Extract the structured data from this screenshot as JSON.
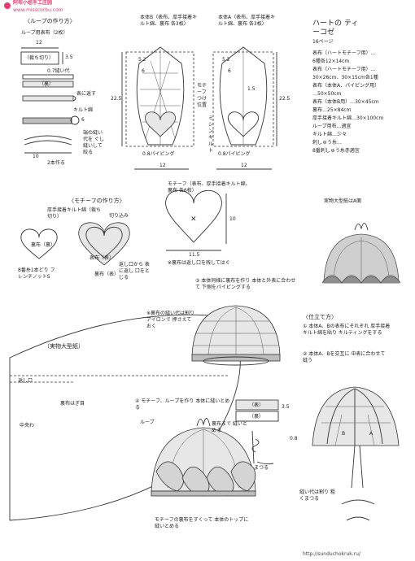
{
  "site": {
    "brand": "阿布小姐手工庄园",
    "url": "www.misscorbu.com",
    "watermark": "http://sunduchokruk.ru/"
  },
  "loop": {
    "title": "〈ループの作り方〉",
    "subtitle": "ループ用表布（2枚）",
    "dim_12": "12",
    "dim_35": "3.5",
    "cut_label": "（裁ち切り）",
    "seam": "0.7縫い代",
    "back_label": "（裏）",
    "turn": "表に返す",
    "quilt_cotton": "キルト綿",
    "dim_6": "6",
    "dim_10": "10",
    "make_two": "2本作る",
    "gather": "端の縫い代を ぐし縫いして 絞る"
  },
  "body_patterns": {
    "b_title": "本体B（表布、厚手接着キルト綿、裏布 各3枚）",
    "a_title": "本体A（表布、厚手接着キルト綿、裏布 各3枚）",
    "dim_52": "5.2",
    "dim_6": "6",
    "dim_225": "22.5",
    "dim_15": "1.5",
    "motif_pos": "モチーフつけ位置",
    "machine_quilt": "ミシンキルト",
    "piping": "0.8パイピング",
    "width": "12"
  },
  "motif": {
    "pieces": "モチーフ（表布、厚手接着キルト綿、裏布 各6枚）",
    "dim_10": "10",
    "dim_115": "11.5",
    "note": "※裏布は返し口を残してはぐ",
    "title": "〈モチーフの作り方〉",
    "cotton": "厚手接着キルト綿（裁ち切り）",
    "notch": "切り込み",
    "back": "裏布（裏）",
    "front": "表布（表）",
    "back_front": "裏布（表）",
    "return_hole": "返し口から 表に返し 口をとじる",
    "french_knot": "8番糸1本どり フレンチノットS",
    "front_tag": "表布（表）"
  },
  "full_size": {
    "title": "（実物大型紙）",
    "return": "返し口",
    "back_seam": "裏布はぎ目",
    "center": "中央わ"
  },
  "product": {
    "title": "ハートの ティーコゼ",
    "page": "16ページ",
    "materials": [
      "表布（ハートモチーフ用）…",
      "6種各12×14cm",
      "表布（ハートモチーフ用）…",
      "30×26cm、30×15cm各1種",
      "表布（本体A、パイピング用）",
      "…50×50cm",
      "表布（本体B用）…30×45cm",
      "裏布…25×84cm",
      "厚手接着キルト綿…30×100cm",
      "ループ用布…適宜",
      "キルト綿…少々",
      "刺しゅう糸…",
      "8番刺しゅう糸赤適宜"
    ],
    "full_pattern": "実物大型紙はA面"
  },
  "steps": {
    "how_title": "〈仕立て方〉",
    "step1": "① 本体A、Bの表布にそれぞれ 厚手接着キルト綿を貼り キルティングをする",
    "step2": "② 本体A、Bを交互に 中表に合わせて縫う",
    "step3": "③ 本体同様に裏布を作り 本体と外表に合わせて 下側をパイピングする",
    "step3_note": "※裏布の縫い代は割り アイロンで 押さえておく",
    "step4": "④ モチーフ、ループを作り 本体に縫いとめる",
    "loop_label": "ループ",
    "back_stitch": "裏布まで 縫いとめる",
    "bottom_note": "モチーフの裏布をすくって 本体のトップに縫いとめる",
    "front_label": "（表）",
    "back_label2": "（裏）",
    "dim_35": "3.5",
    "dim_08": "0.8",
    "matsuru": "まつる",
    "seam_split": "縫い代は割り 粗くまつる",
    "label_a": "A",
    "label_b": "B"
  }
}
